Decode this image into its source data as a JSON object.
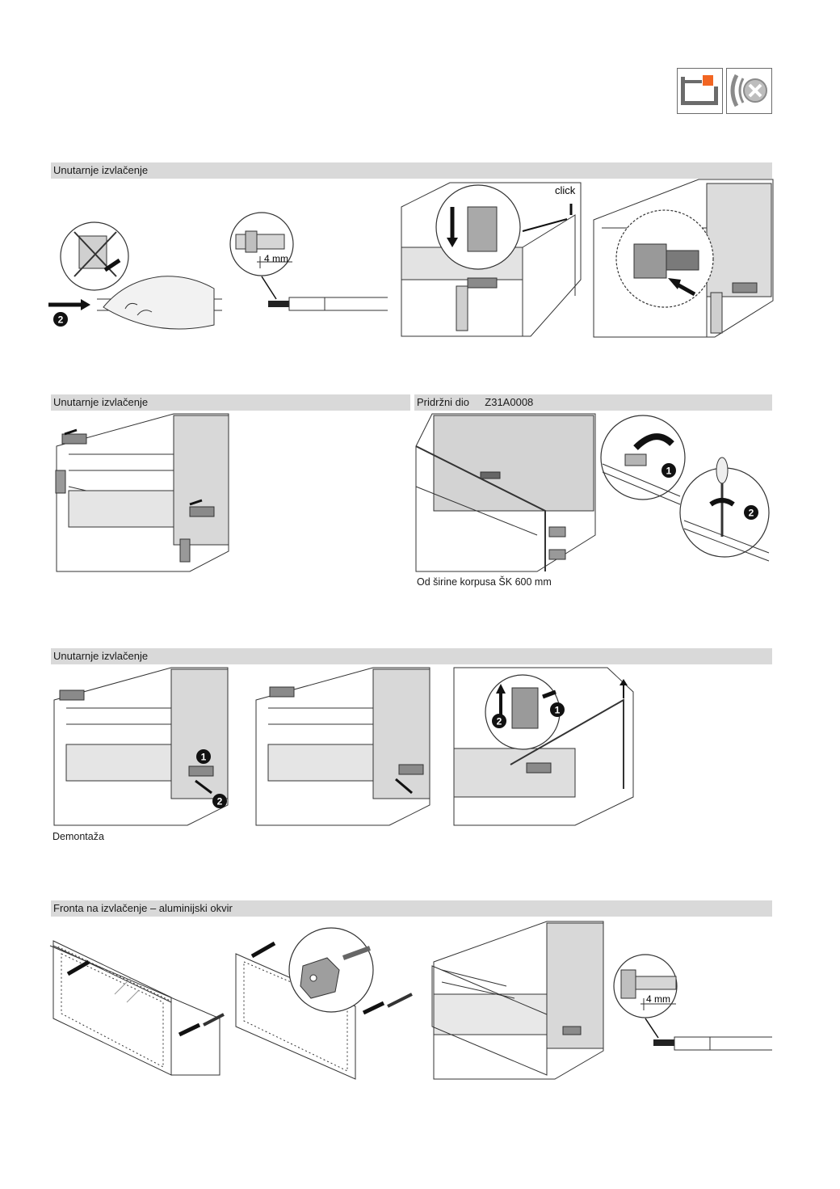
{
  "header_icons": [
    {
      "icon": "drawer-front-icon",
      "accent": "#f26522"
    },
    {
      "icon": "screwdriver-phillips-icon"
    }
  ],
  "sections": [
    {
      "title": "Unutarnje izvlačenje"
    },
    {
      "title": "Unutarnje izvlačenje"
    },
    {
      "title": "Pridržni dio",
      "code": "Z31A0008"
    },
    {
      "title": "Unutarnje izvlačenje"
    },
    {
      "title": "Fronta na izvlačenje – aluminijski okvir"
    }
  ],
  "figures": {
    "s1_step2_badge": "2",
    "s1_measure": "4 mm",
    "s1_click_label": "click",
    "s3_badge_1": "1",
    "s3_badge_2": "2",
    "s4_fig1_badge_1": "1",
    "s4_fig1_badge_2": "2",
    "s4_fig3_badge_1": "1",
    "s4_fig3_badge_2": "2",
    "s5_measure": "4 mm"
  },
  "captions": {
    "retainer_note": "Od širine korpusa ŠK 600 mm",
    "disassembly": "Demontaža"
  },
  "colors": {
    "bar": "#d9d9d9",
    "accent": "#f26522",
    "line": "#333333",
    "fill": "#e6e6e6"
  }
}
